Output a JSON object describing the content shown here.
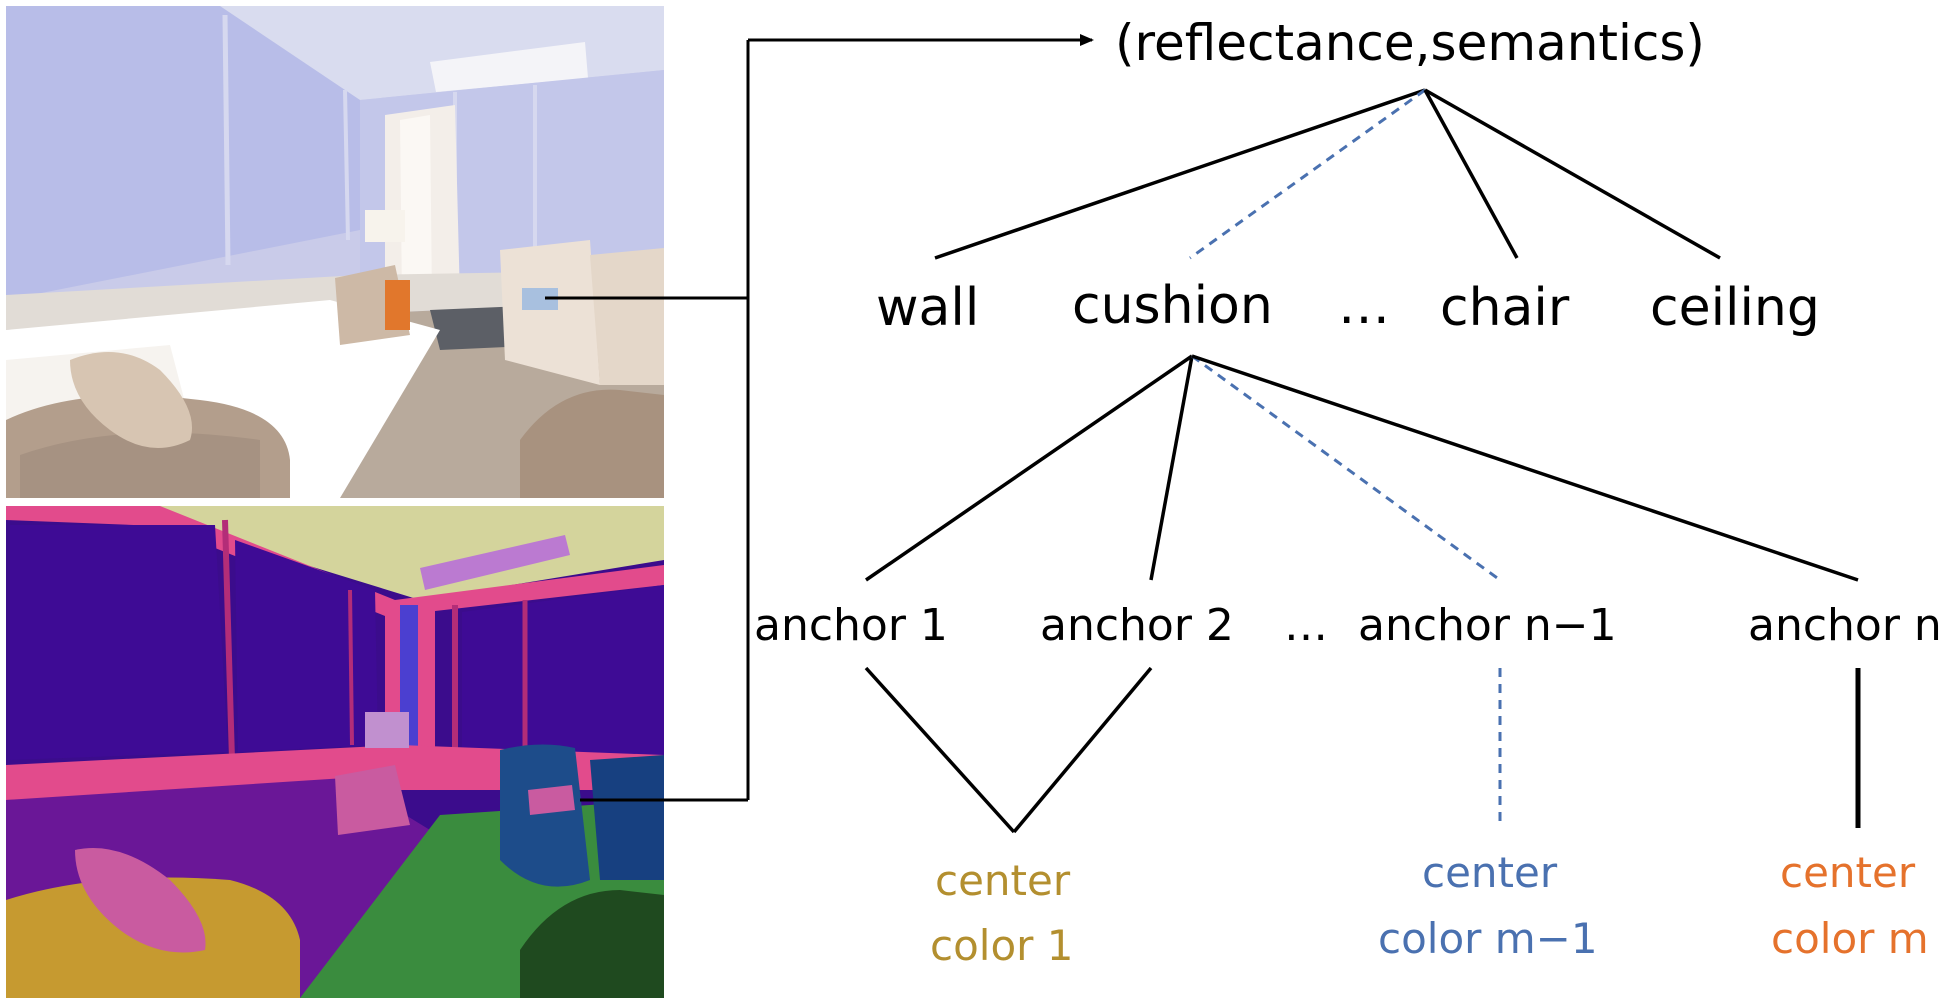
{
  "root_label": "(reflectance,semantics)",
  "semantic_nodes": [
    "wall",
    "cushion",
    "…",
    "chair",
    "ceiling"
  ],
  "anchor_nodes": [
    "anchor 1",
    "anchor 2",
    "…",
    "anchor n−1",
    "anchor n"
  ],
  "center_labels": [
    {
      "line1": "center",
      "line2": "color 1",
      "color": "#b38f2f"
    },
    {
      "line1": "center",
      "line2": "color m−1",
      "color": "#4a71b0"
    },
    {
      "line1": "center",
      "line2": "color m",
      "color": "#e5722c"
    }
  ],
  "images": [
    {
      "name": "reflectance-image"
    },
    {
      "name": "semantics-image"
    }
  ],
  "colors": {
    "dashed": "#4a71b0",
    "solid": "#000000"
  }
}
